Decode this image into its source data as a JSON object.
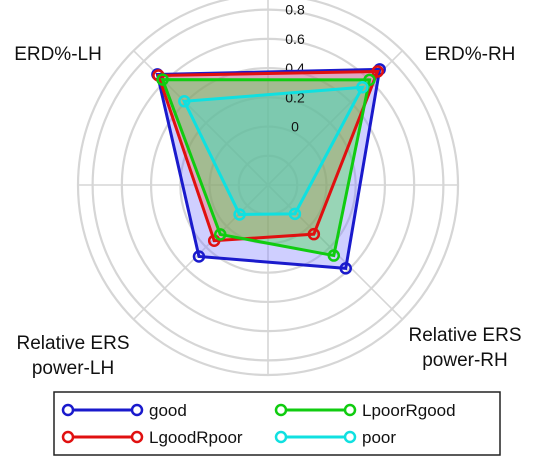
{
  "chart_data": {
    "type": "radar",
    "title": "",
    "axes": [
      {
        "key": "erd_rh",
        "label": [
          "ERD%-RH"
        ]
      },
      {
        "key": "erd_lh",
        "label": [
          "ERD%-LH"
        ]
      },
      {
        "key": "ers_lh",
        "label": [
          "Relative ERS",
          "power-LH"
        ]
      },
      {
        "key": "ers_rh",
        "label": [
          "Relative ERS",
          "power-RH"
        ]
      }
    ],
    "r_ticks": [
      "0",
      "0.2",
      "0.4",
      "0.6",
      "0.8"
    ],
    "r_tick_values": [
      0,
      0.2,
      0.4,
      0.6,
      0.8
    ],
    "rlim": [
      -0.4,
      0.9
    ],
    "grid": true,
    "legend_position": "bottom",
    "series": [
      {
        "name": "good",
        "color": "#1a1acc",
        "fill": "#8080ff",
        "values": {
          "erd_rh": 0.7,
          "erd_lh": 0.67,
          "ers_lh": 0.28,
          "ers_rh": 0.38
        }
      },
      {
        "name": "LgoodRpoor",
        "color": "#e01010",
        "fill": "#ff6060",
        "values": {
          "erd_rh": 0.68,
          "erd_lh": 0.66,
          "ers_lh": 0.13,
          "ers_rh": 0.06
        }
      },
      {
        "name": "LpoorRgood",
        "color": "#10cc10",
        "fill": "#40e040",
        "values": {
          "erd_rh": 0.6,
          "erd_lh": 0.62,
          "ers_lh": 0.07,
          "ers_rh": 0.26
        }
      },
      {
        "name": "poor",
        "color": "#10e0e0",
        "fill": "#40e0e0",
        "values": {
          "erd_rh": 0.53,
          "erd_lh": 0.41,
          "ers_lh": -0.12,
          "ers_rh": -0.13
        }
      }
    ],
    "legend_columns": [
      [
        "good",
        "LgoodRpoor"
      ],
      [
        "LpoorRgood",
        "poor"
      ]
    ]
  }
}
